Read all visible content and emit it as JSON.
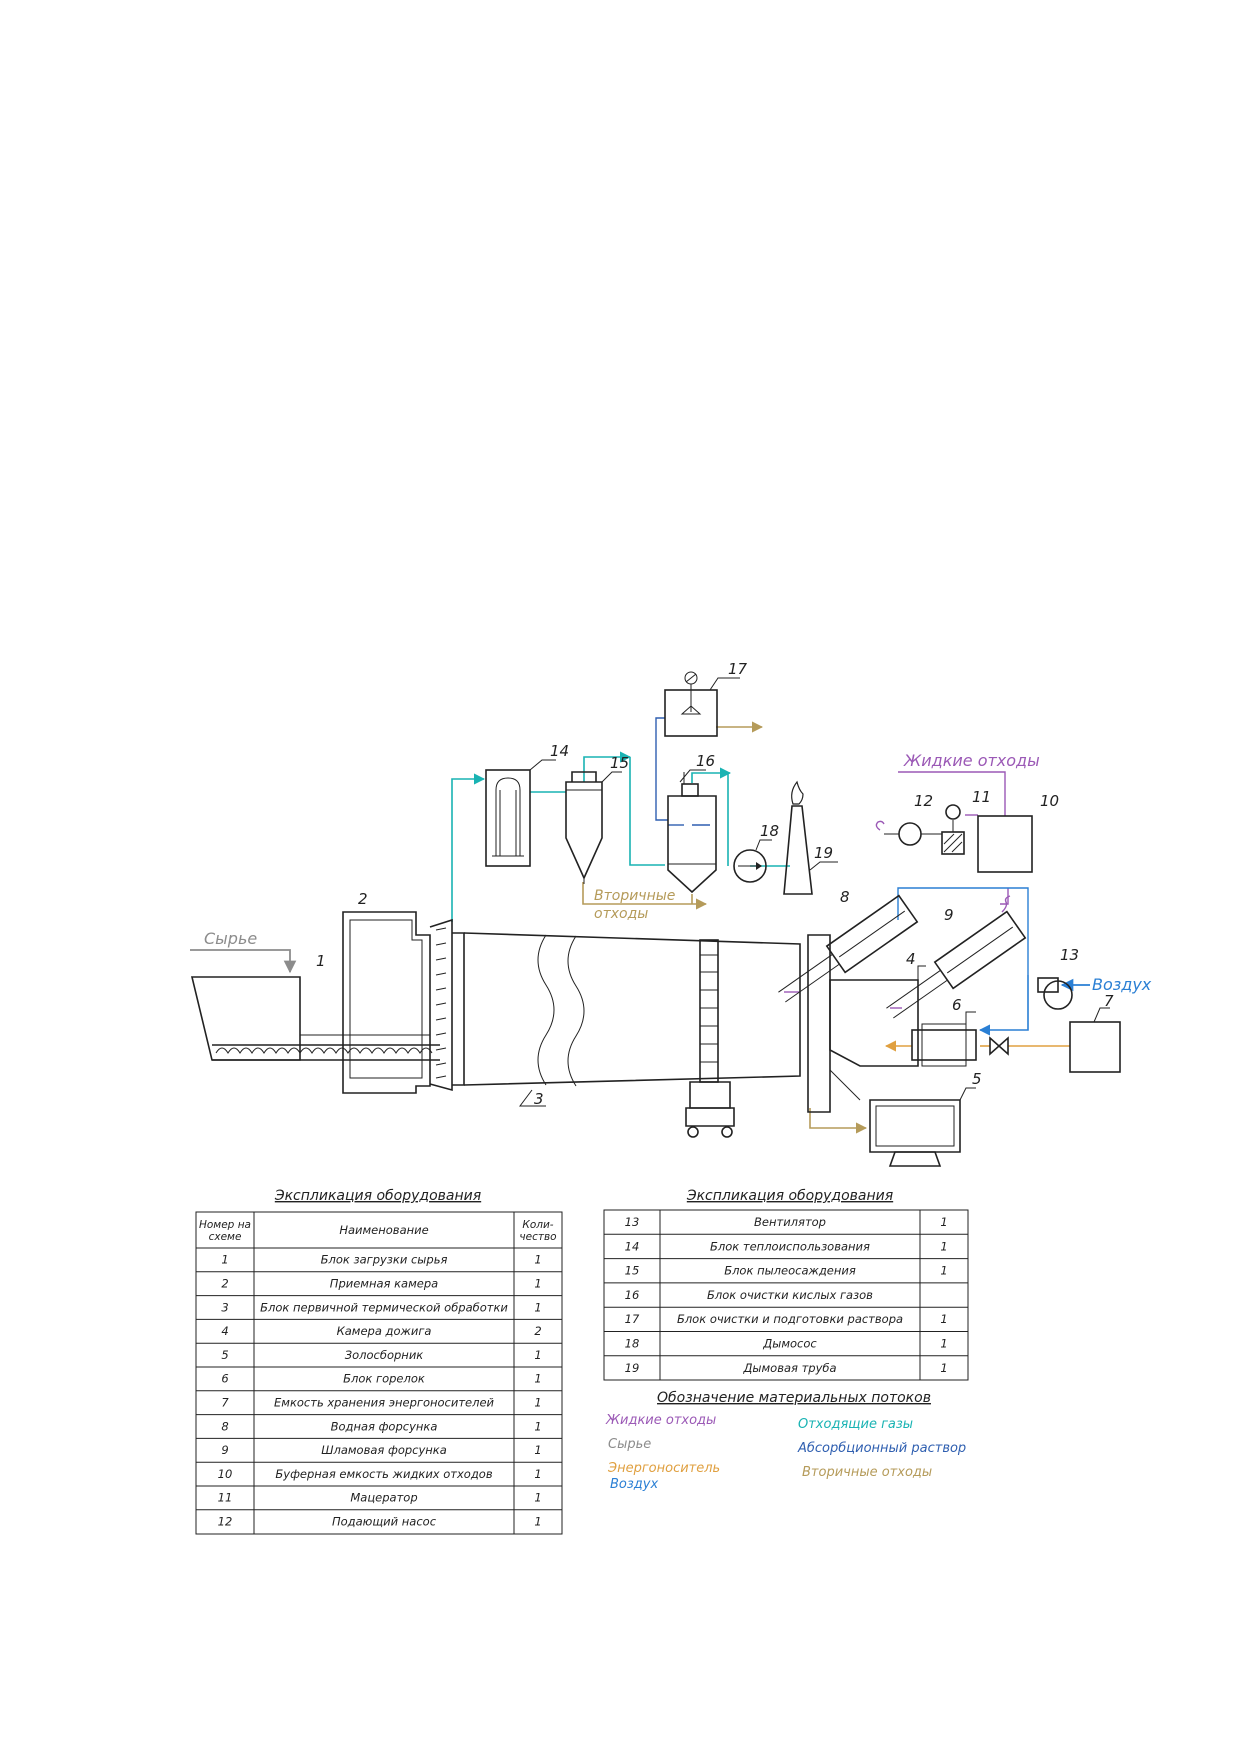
{
  "colors": {
    "liquid": "#9b59b6",
    "raw": "#8c8c8c",
    "energy": "#e0a040",
    "air": "#2a7fd4",
    "offgas": "#19b3b3",
    "absorb": "#2f5fb0",
    "secondary": "#b59b5a",
    "ink": "#222222"
  },
  "diagram": {
    "stream_labels": {
      "raw": "Сырье",
      "liquid": "Жидкие отходы",
      "air": "Воздух",
      "secondary_1": "Вторичные",
      "secondary_2": "отходы"
    },
    "item_numbers": [
      "1",
      "2",
      "3",
      "4",
      "5",
      "6",
      "7",
      "8",
      "9",
      "10",
      "11",
      "12",
      "13",
      "14",
      "15",
      "16",
      "17",
      "18",
      "19"
    ]
  },
  "table1": {
    "title": "Экспликация оборудования",
    "headers": {
      "num_1": "Номер на",
      "num_2": "схеме",
      "name": "Наименование",
      "qty_1": "Коли-",
      "qty_2": "чество"
    },
    "rows": [
      {
        "num": "1",
        "name": "Блок загрузки сырья",
        "qty": "1"
      },
      {
        "num": "2",
        "name": "Приемная камера",
        "qty": "1"
      },
      {
        "num": "3",
        "name": "Блок первичной термической обработки",
        "qty": "1"
      },
      {
        "num": "4",
        "name": "Камера дожига",
        "qty": "2"
      },
      {
        "num": "5",
        "name": "Золосборник",
        "qty": "1"
      },
      {
        "num": "6",
        "name": "Блок горелок",
        "qty": "1"
      },
      {
        "num": "7",
        "name": "Емкость хранения энергоносителей",
        "qty": "1"
      },
      {
        "num": "8",
        "name": "Водная форсунка",
        "qty": "1"
      },
      {
        "num": "9",
        "name": "Шламовая форсунка",
        "qty": "1"
      },
      {
        "num": "10",
        "name": "Буферная емкость жидких отходов",
        "qty": "1"
      },
      {
        "num": "11",
        "name": "Мацератор",
        "qty": "1"
      },
      {
        "num": "12",
        "name": "Подающий насос",
        "qty": "1"
      }
    ]
  },
  "table2": {
    "title": "Экспликация оборудования",
    "rows": [
      {
        "num": "13",
        "name": "Вентилятор",
        "qty": "1"
      },
      {
        "num": "14",
        "name": "Блок теплоиспользования",
        "qty": "1"
      },
      {
        "num": "15",
        "name": "Блок пылеосаждения",
        "qty": "1"
      },
      {
        "num": "16",
        "name": "Блок очистки кислых газов",
        "qty": ""
      },
      {
        "num": "17",
        "name": "Блок очистки и подготовки раствора",
        "qty": "1"
      },
      {
        "num": "18",
        "name": "Дымосос",
        "qty": "1"
      },
      {
        "num": "19",
        "name": "Дымовая труба",
        "qty": "1"
      }
    ]
  },
  "legend": {
    "title": "Обозначение материальных потоков",
    "liquid": "Жидкие отходы",
    "raw": "Сырье",
    "energy": "Энергоноситель",
    "air": "Воздух",
    "offgas": "Отходящие газы",
    "absorb": "Абсорбционный раствор",
    "secondary": "Вторичные отходы"
  }
}
